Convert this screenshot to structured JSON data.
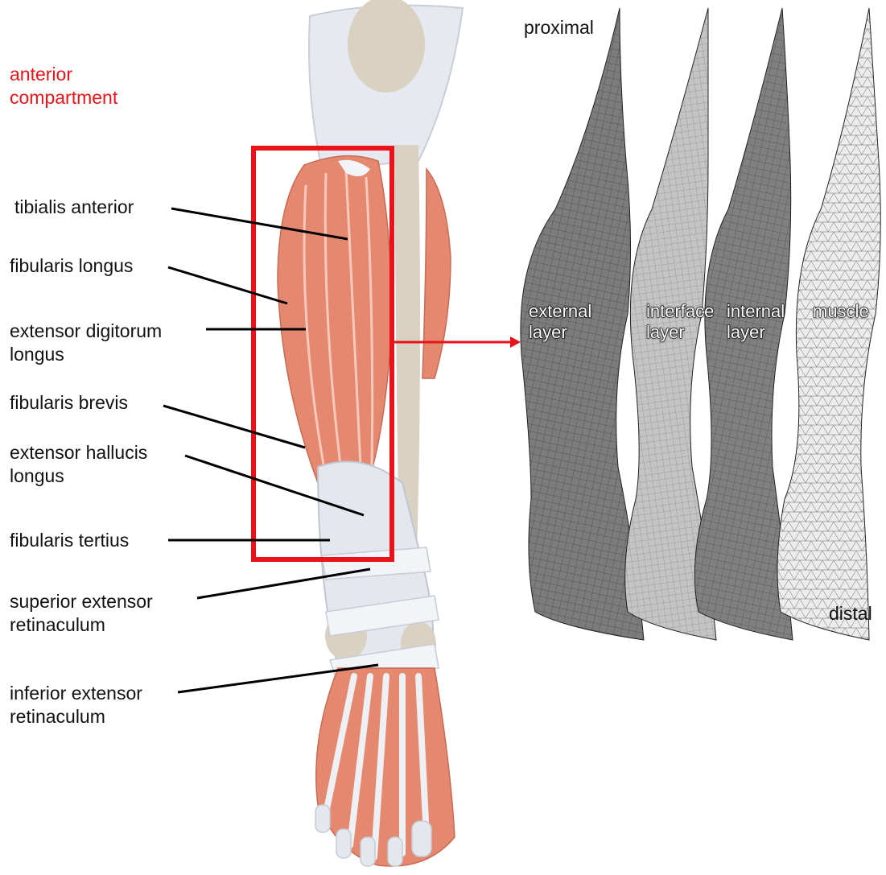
{
  "compartment_label": [
    "anterior",
    "compartment"
  ],
  "muscle_labels": [
    {
      "lines": [
        "tibialis anterior"
      ]
    },
    {
      "lines": [
        "fibularis longus"
      ]
    },
    {
      "lines": [
        "extensor digitorum",
        "longus"
      ]
    },
    {
      "lines": [
        "fibularis brevis"
      ]
    },
    {
      "lines": [
        "extensor hallucis",
        "longus"
      ]
    },
    {
      "lines": [
        "fibularis tertius"
      ]
    },
    {
      "lines": [
        "superior extensor",
        "retinaculum"
      ]
    },
    {
      "lines": [
        "inferior extensor",
        "retinaculum"
      ]
    }
  ],
  "orientation": {
    "top": "proximal",
    "bottom": "distal"
  },
  "mesh_layers": [
    {
      "lines": [
        "external",
        "layer"
      ],
      "fill": "#7c7c7c"
    },
    {
      "lines": [
        "interface",
        "layer"
      ],
      "fill": "#c4c4c4"
    },
    {
      "lines": [
        "internal",
        "layer"
      ],
      "fill": "#808080"
    },
    {
      "lines": [
        "muscle"
      ],
      "fill": "#ececec"
    }
  ],
  "colors": {
    "highlight": "#e8141a",
    "muscle": "#e58870",
    "tendon": "#e4e8ee",
    "bone": "#d9d1c2"
  }
}
